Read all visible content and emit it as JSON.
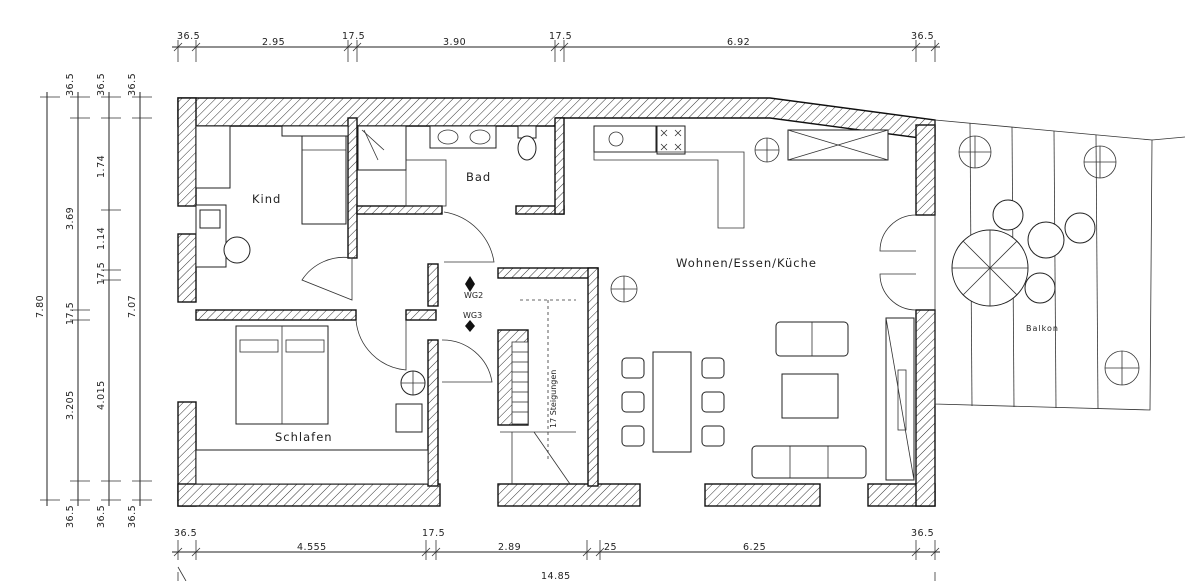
{
  "dimensions": {
    "top": [
      "36.5",
      "2.95",
      "17.5",
      "3.90",
      "17.5",
      "6.92",
      "36.5"
    ],
    "bottom": [
      "36.5",
      "4.555",
      "17.5",
      "2.89",
      "25",
      "6.25",
      "36.5"
    ],
    "total": "14.85",
    "left_inner": [
      "36.5",
      "36.5",
      "36.5",
      "36.5",
      "36.5",
      "36.5"
    ],
    "left_a": [
      "3.69",
      "17.5",
      "3.205"
    ],
    "left_b": [
      "1.74",
      "1.14",
      "17.5",
      "4.015"
    ],
    "left_overall": [
      "7.80",
      "7.07"
    ]
  },
  "rooms": {
    "kind": "Kind",
    "bad": "Bad",
    "wohnen": "Wohnen/Essen/Küche",
    "schlafen": "Schlafen",
    "balkon": "Balkon"
  },
  "labels": {
    "wg2": "WG2",
    "wg3": "WG3",
    "stairs": "17 Steigungen"
  }
}
